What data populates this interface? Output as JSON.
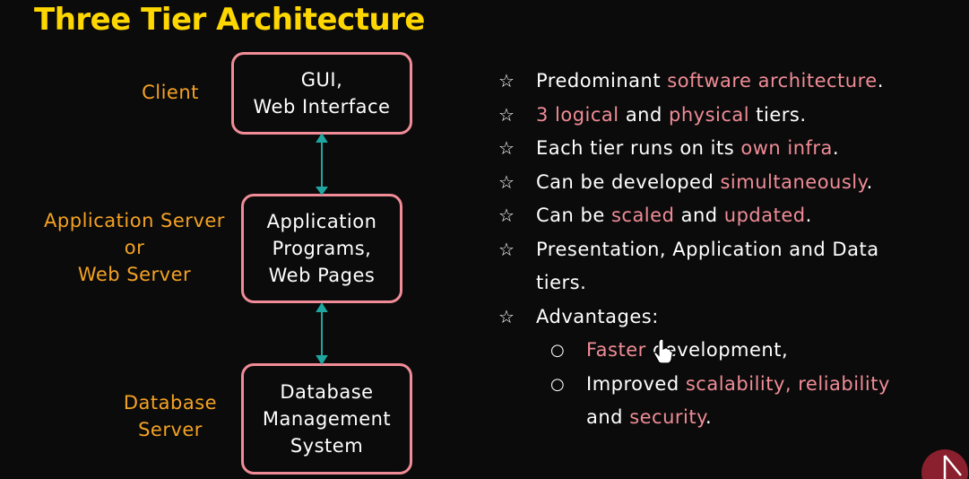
{
  "title": "Three Tier Architecture",
  "tiers": [
    {
      "label": "Client",
      "box": "GUI,\nWeb Interface"
    },
    {
      "label": "Application Server\nor\nWeb Server",
      "box": "Application\nPrograms,\nWeb Pages"
    },
    {
      "label": "Database\nServer",
      "box": "Database\nManagement\nSystem"
    }
  ],
  "bullets": {
    "b1": {
      "t1": "Predominant ",
      "h1": "software architecture",
      "t2": "."
    },
    "b2": {
      "h1": "3 logical",
      "t1": " and ",
      "h2": "physical",
      "t2": " tiers."
    },
    "b3": {
      "t1": "Each tier runs on its ",
      "h1": "own infra",
      "t2": "."
    },
    "b4": {
      "t1": "Can be developed ",
      "h1": "simultaneously",
      "t2": "."
    },
    "b5": {
      "t1": "Can be ",
      "h1": "scaled",
      "t2": " and ",
      "h2": "updated",
      "t3": "."
    },
    "b6": {
      "line1": "Presentation, Application and Data",
      "line2": "tiers."
    },
    "b7": {
      "t1": "Advantages:"
    },
    "s1": {
      "h1": "Faster ",
      "t1": "development,"
    },
    "s2": {
      "t1": "Improved ",
      "h1": "scalability, reliability",
      "line2a": "and ",
      "line2h": "security",
      "line2b": "."
    }
  },
  "glyphs": {
    "star": "☆",
    "circle": "○"
  },
  "colors": {
    "title": "#ffd700",
    "tier_label": "#f4a223",
    "box_border": "#f08c97",
    "highlight": "#f08c97",
    "arrow": "#1ea7a0",
    "background": "#0b0b0b"
  }
}
